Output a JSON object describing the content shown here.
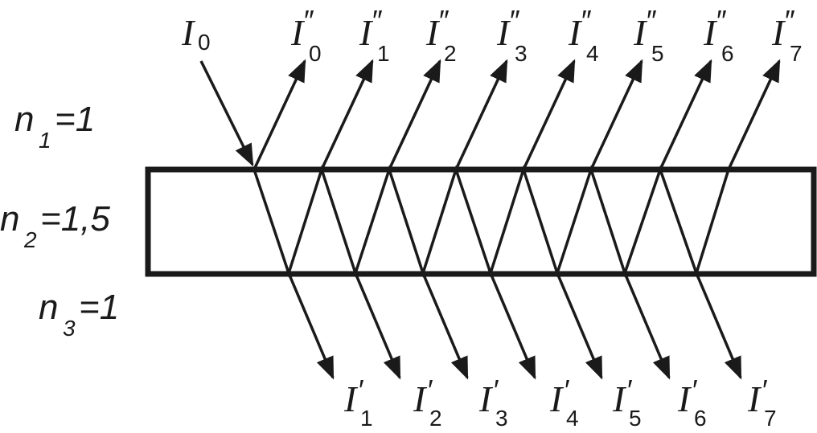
{
  "media": {
    "n1": {
      "symbol": "n",
      "sub": "1",
      "value": "=1"
    },
    "n2": {
      "symbol": "n",
      "sub": "2",
      "value": "=1,5"
    },
    "n3": {
      "symbol": "n",
      "sub": "3",
      "value": "=1"
    }
  },
  "incident": {
    "symbol": "I",
    "sub": "0"
  },
  "reflected": {
    "symbol": "I",
    "mark": "″",
    "subs": [
      "0",
      "1",
      "2",
      "3",
      "4",
      "5",
      "6",
      "7"
    ]
  },
  "transmitted": {
    "symbol": "I",
    "mark": "′",
    "subs": [
      "1",
      "2",
      "3",
      "4",
      "5",
      "6",
      "7"
    ]
  },
  "colors": {
    "ink": "#1a1a1a",
    "background": "#ffffff"
  }
}
